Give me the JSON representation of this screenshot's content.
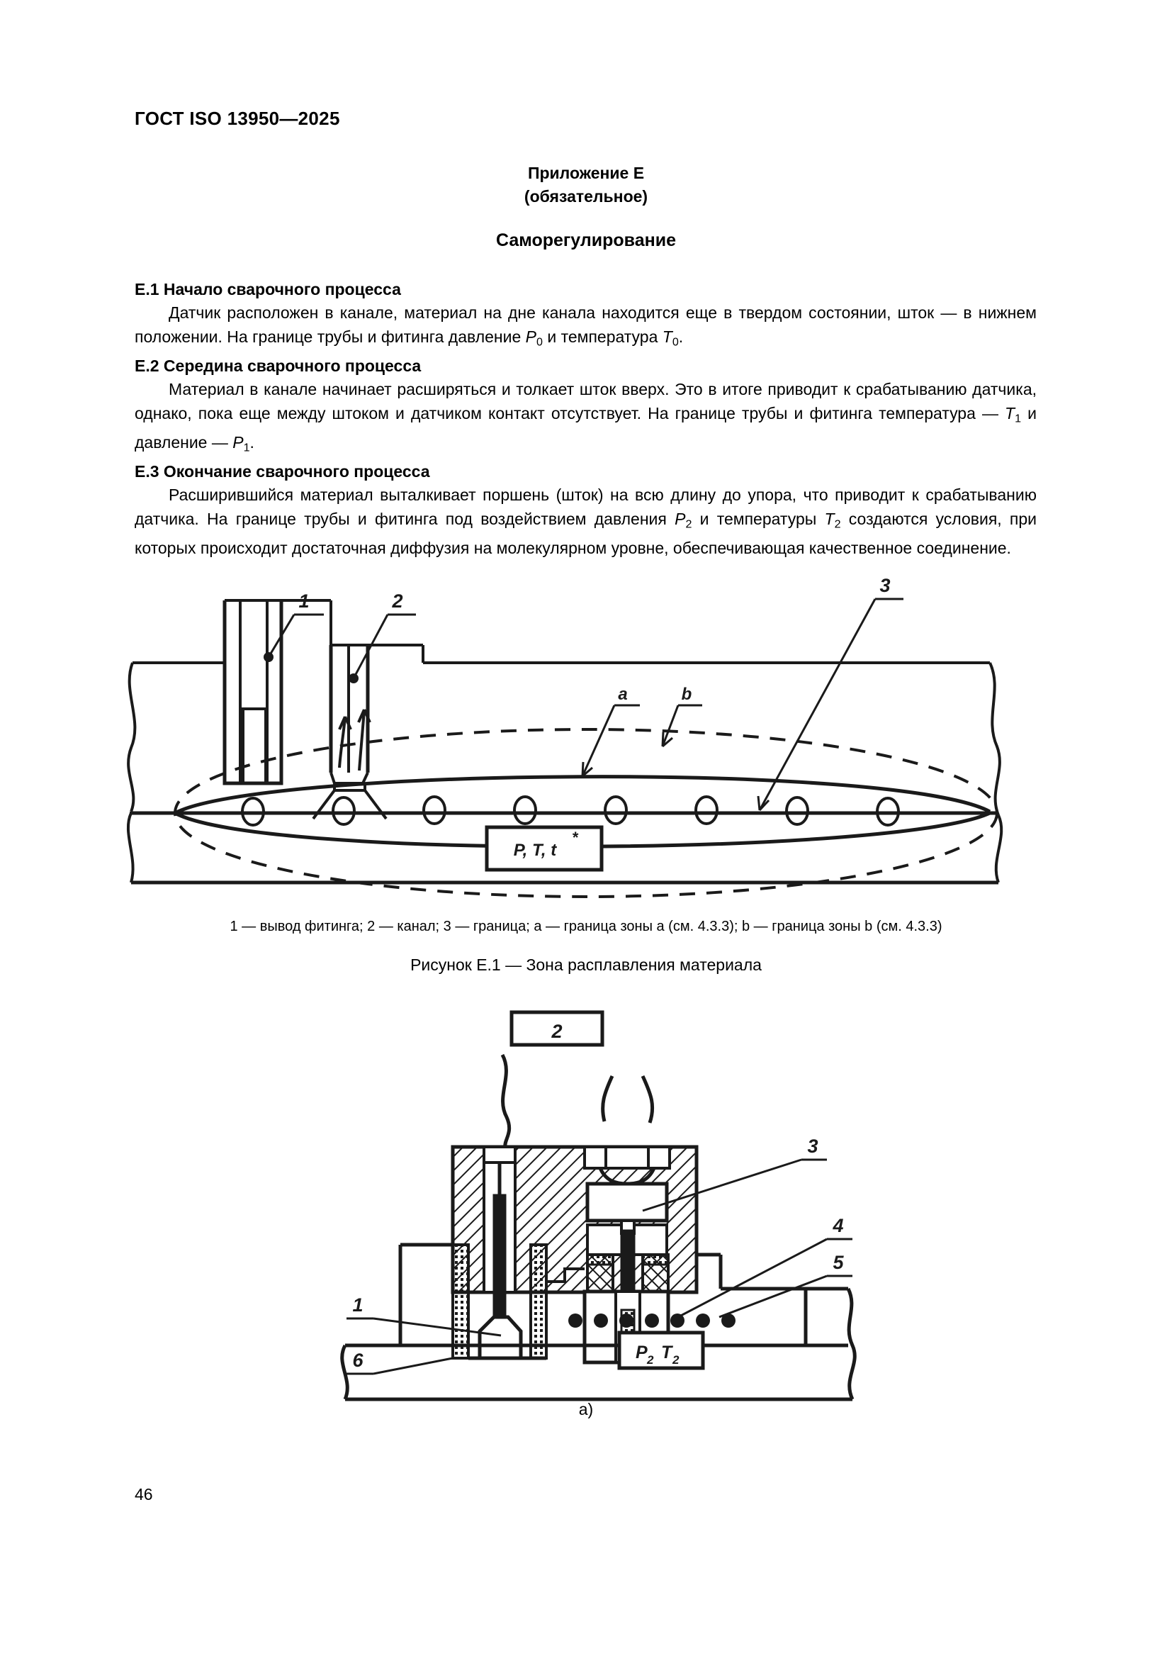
{
  "header": {
    "standard_id": "ГОСТ ISO  13950—2025"
  },
  "annex": {
    "title": "Приложение Е",
    "status": "(обязательное)",
    "subject": "Саморегулирование"
  },
  "sections": [
    {
      "heading": "E.1 Начало сварочного процесса",
      "paragraph_part1": "Датчик расположен в канале, материал на дне канала находится еще в твердом состоянии, шток — в нижнем положении. На границе трубы и фитинга давление ",
      "var1": "P",
      "sub1": "0",
      "paragraph_part2": " и температура ",
      "var2": "T",
      "sub2": "0",
      "paragraph_part3": "."
    },
    {
      "heading": "E.2 Середина сварочного процесса",
      "paragraph_part1": "Материал в канале начинает расширяться и толкает шток вверх. Это в итоге приводит к срабатыванию датчика, однако, пока еще между штоком и датчиком контакт отсутствует. На границе трубы и фитинга температура — ",
      "var1": "T",
      "sub1": "1",
      "paragraph_part2": " и давление — ",
      "var2": "P",
      "sub2": "1",
      "paragraph_part3": "."
    },
    {
      "heading": "E.3 Окончание сварочного процесса",
      "paragraph_part1": "Расширившийся материал выталкивает поршень (шток) на всю длину до упора, что приводит к срабатыванию датчика. На границе трубы и фитинга под воздействием давления ",
      "var1": "P",
      "sub1": "2",
      "paragraph_part2": " и температуры ",
      "var2": "T",
      "sub2": "2",
      "paragraph_part3": " создаются условия, при которых происходит достаточная диффузия на молекулярном уровне, обеспечивающая качественное соединение."
    }
  ],
  "figure1": {
    "labels": {
      "item1": "1",
      "item2": "2",
      "item3": "3",
      "zone_a": "a",
      "zone_b": "b"
    },
    "inner_box_text": "P, T, t",
    "inner_box_star": "*",
    "hole_count": 8,
    "legend": "1 — вывод фитинга; 2 — канал; 3 — граница; a — граница зоны a (см. 4.3.3); b — граница зоны b (см. 4.3.3)",
    "caption": "Рисунок Е.1 — Зона расплавления материала"
  },
  "figure2": {
    "labels": {
      "item1": "1",
      "item2": "2",
      "item3": "3",
      "item4": "4",
      "item5": "5",
      "item6": "6"
    },
    "inner_box_p": "P",
    "inner_box_p_sub": "2",
    "inner_box_t": "T",
    "inner_box_t_sub": "2",
    "dot_count": 7,
    "caption": "а)"
  },
  "footer": {
    "page_number": "46"
  },
  "colors": {
    "ink": "#1a1a1a",
    "paper": "#ffffff"
  }
}
